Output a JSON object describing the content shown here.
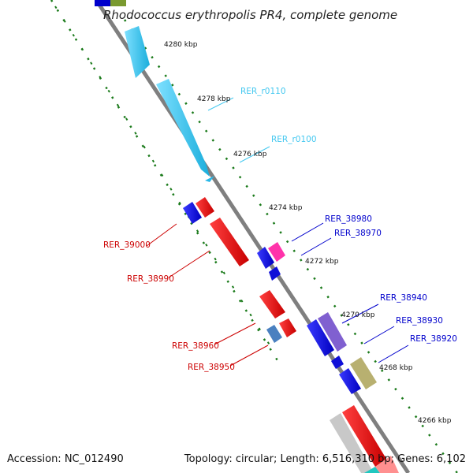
{
  "title": "Rhodococcus erythropolis PR4, complete genome",
  "footer": {
    "accession": "Accession: NC_012490",
    "topology": "Topology: circular; Length: 6,516,310 bp; Genes: 6,102"
  },
  "scale_labels": [
    "4280 kbp",
    "4278 kbp",
    "4276 kbp",
    "4274 kbp",
    "4272 kbp",
    "4270 kbp",
    "4268 kbp",
    "4266 kbp"
  ],
  "gene_labels": {
    "r0110": "RER_r0110",
    "r0100": "RER_r0100",
    "g38980": "RER_38980",
    "g38970": "RER_38970",
    "g39000": "RER_39000",
    "g38990": "RER_38990",
    "g38940": "RER_38940",
    "g38930": "RER_38930",
    "g38920": "RER_38920",
    "g38960": "RER_38960",
    "g38950": "RER_38950"
  },
  "colors": {
    "rRNA": "#44c8f0",
    "minus_strand_label": "#cc0000",
    "plus_strand_label": "#0000cc",
    "backbone": "#8a8a8a",
    "tick": "#1a7a1a"
  }
}
